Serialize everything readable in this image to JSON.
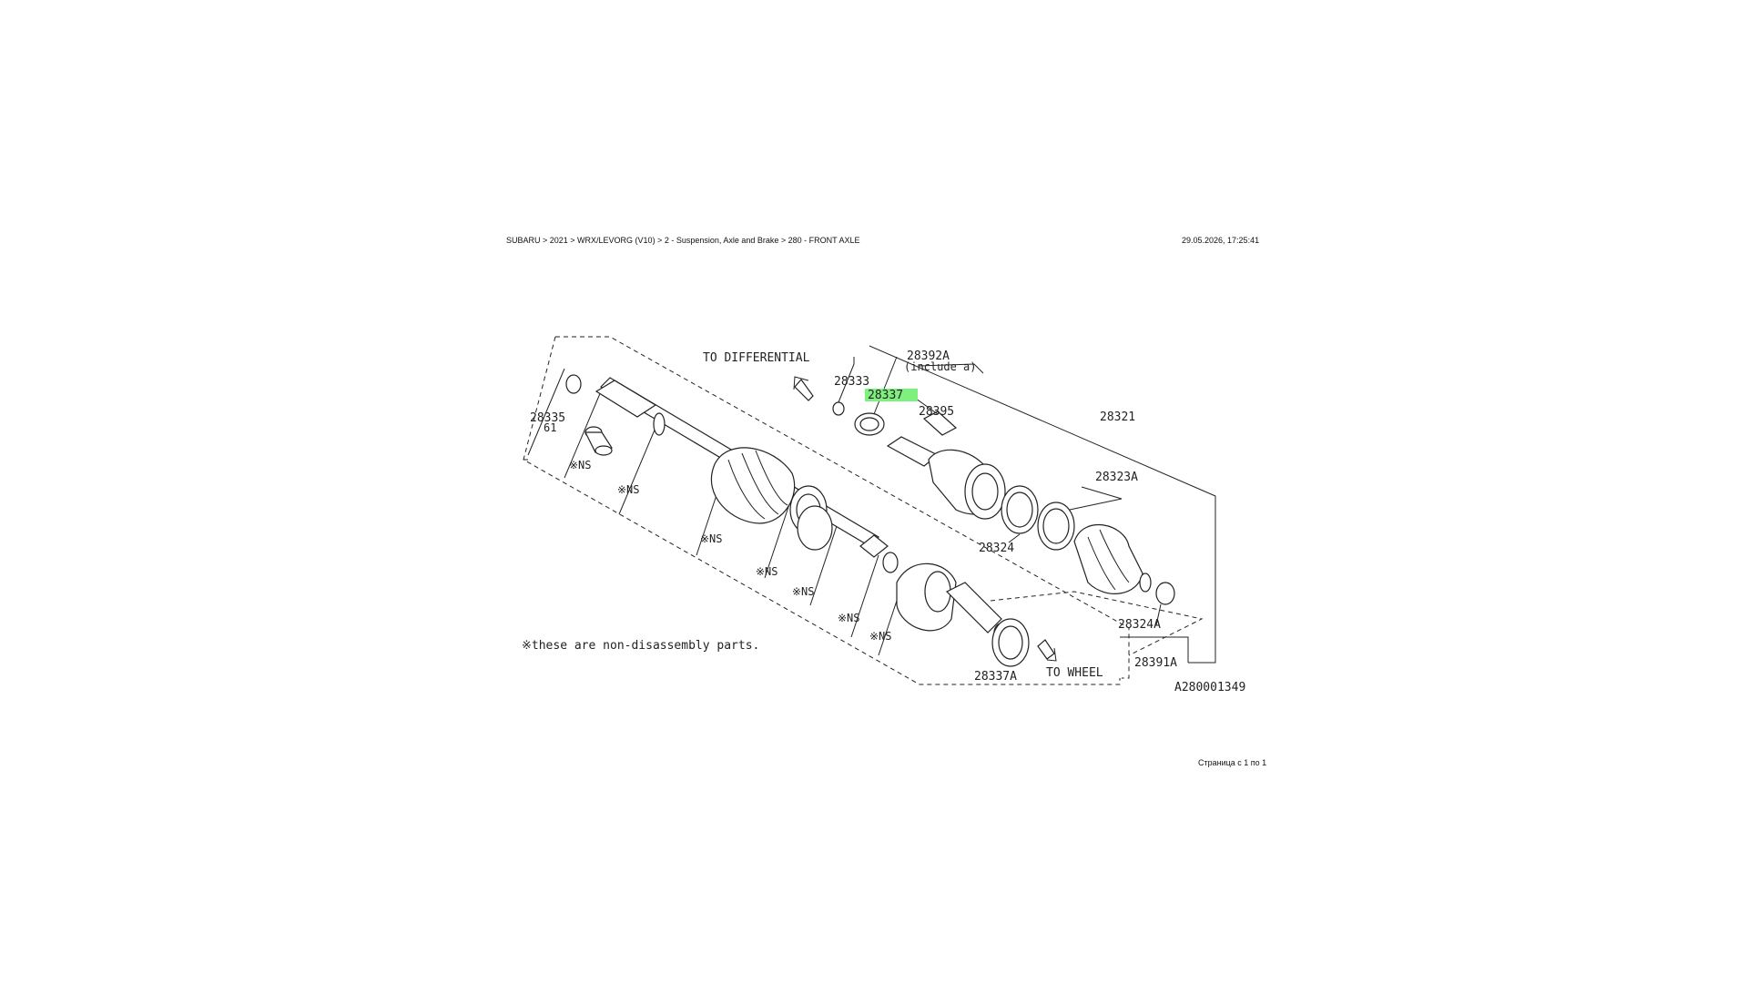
{
  "header": {
    "breadcrumb": "SUBARU > 2021 > WRX/LEVORG (V10) > 2 - Suspension, Axle and Brake > 280 - FRONT AXLE",
    "timestamp": "29.05.2026, 17:25:41"
  },
  "footer": {
    "page_count": "Страница с 1 по 1"
  },
  "diagram": {
    "code": "A280001349",
    "directions": {
      "to_differential": "TO DIFFERENTIAL",
      "to_wheel": "TO WHEEL"
    },
    "note": "※these are non-disassembly parts.",
    "ns_label": "※NS",
    "highlight_color": "#7ef07e",
    "callouts": {
      "p28335": "28335",
      "p28335_sub": "61",
      "p28333": "28333",
      "p28337": "28337",
      "p28392A": "28392A",
      "p28392A_note": "(include a)",
      "p28395": "28395",
      "p28321": "28321",
      "p28323A": "28323A",
      "p28324": "28324",
      "p28324A": "28324A",
      "p28391A": "28391A",
      "p28337A": "28337A"
    },
    "highlighted_part": "28337"
  }
}
